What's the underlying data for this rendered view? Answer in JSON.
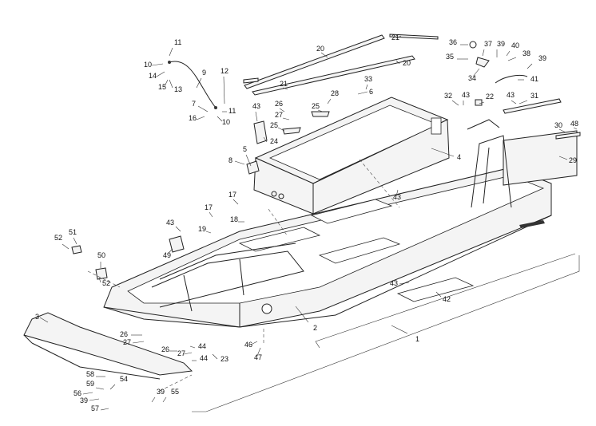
{
  "callouts": [
    {
      "label": "1"
    },
    {
      "label": "2"
    },
    {
      "label": "3"
    },
    {
      "label": "4"
    },
    {
      "label": "5"
    },
    {
      "label": "6"
    },
    {
      "label": "7"
    },
    {
      "label": "8"
    },
    {
      "label": "9"
    },
    {
      "label": "10"
    },
    {
      "label": "10"
    },
    {
      "label": "11"
    },
    {
      "label": "11"
    },
    {
      "label": "12"
    },
    {
      "label": "13"
    },
    {
      "label": "14"
    },
    {
      "label": "15"
    },
    {
      "label": "16"
    },
    {
      "label": "17"
    },
    {
      "label": "17"
    },
    {
      "label": "18"
    },
    {
      "label": "19"
    },
    {
      "label": "20"
    },
    {
      "label": "20"
    },
    {
      "label": "21"
    },
    {
      "label": "21"
    },
    {
      "label": "22"
    },
    {
      "label": "23"
    },
    {
      "label": "24"
    },
    {
      "label": "25"
    },
    {
      "label": "25"
    },
    {
      "label": "26"
    },
    {
      "label": "26"
    },
    {
      "label": "26"
    },
    {
      "label": "27"
    },
    {
      "label": "27"
    },
    {
      "label": "27"
    },
    {
      "label": "28"
    },
    {
      "label": "29"
    },
    {
      "label": "30"
    },
    {
      "label": "31"
    },
    {
      "label": "32"
    },
    {
      "label": "33"
    },
    {
      "label": "34"
    },
    {
      "label": "35"
    },
    {
      "label": "36"
    },
    {
      "label": "37"
    },
    {
      "label": "38"
    },
    {
      "label": "39"
    },
    {
      "label": "39"
    },
    {
      "label": "39"
    },
    {
      "label": "39"
    },
    {
      "label": "40"
    },
    {
      "label": "41"
    },
    {
      "label": "42"
    },
    {
      "label": "43"
    },
    {
      "label": "43"
    },
    {
      "label": "43"
    },
    {
      "label": "43"
    },
    {
      "label": "43"
    },
    {
      "label": "43"
    },
    {
      "label": "44"
    },
    {
      "label": "44"
    },
    {
      "label": "46"
    },
    {
      "label": "47"
    },
    {
      "label": "48"
    },
    {
      "label": "49"
    },
    {
      "label": "50"
    },
    {
      "label": "51"
    },
    {
      "label": "52"
    },
    {
      "label": "52"
    },
    {
      "label": "54"
    },
    {
      "label": "55"
    },
    {
      "label": "56"
    },
    {
      "label": "57"
    },
    {
      "label": "58"
    },
    {
      "label": "59"
    }
  ],
  "colors": {
    "line": "#222222",
    "fill": "#f4f4f4",
    "background": "#ffffff"
  }
}
